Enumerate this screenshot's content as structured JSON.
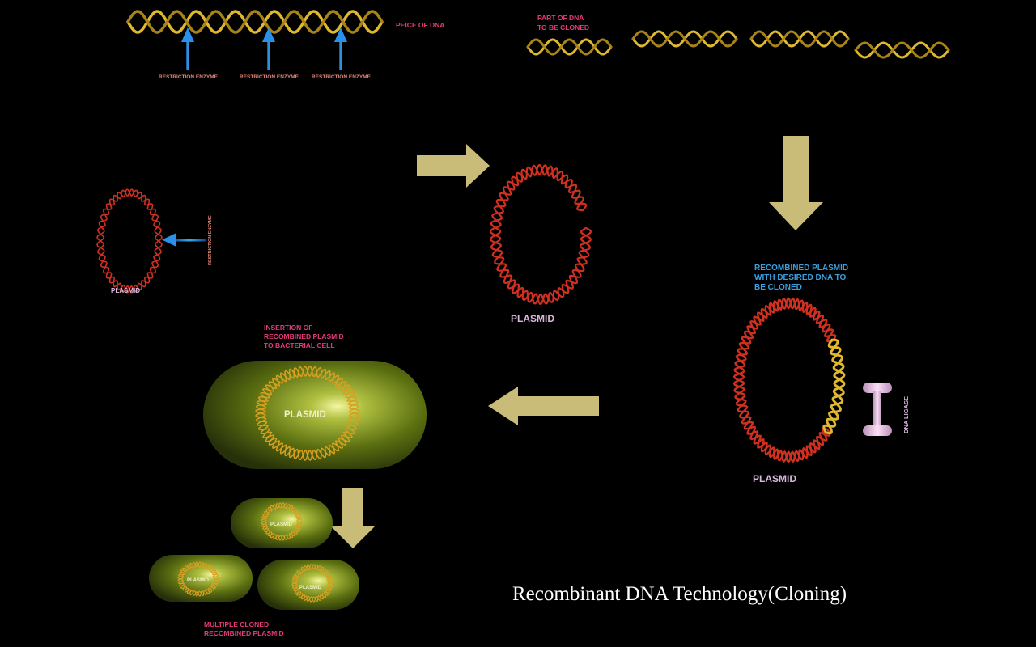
{
  "labels": {
    "piece_of_dna": "PEICE OF DNA",
    "part_of_dna_l1": "PART OF DNA",
    "part_of_dna_l2": "TO BE CLONED",
    "restriction_enzyme": "RESTRICTION ENZYME",
    "plasmid": "PLASMID",
    "recombined_l1": "RECOMBINED PLASMID",
    "recombined_l2": "WITH DESIRED DNA TO",
    "recombined_l3": "BE CLONED",
    "dna_ligase": "DNA LIGASE",
    "insertion_l1": "INSERTION OF",
    "insertion_l2": "RECOMBINED PLASMID",
    "insertion_l3": "TO BACTERIAL CELL",
    "multiple_l1": "MULTIPLE CLONED",
    "multiple_l2": "RECOMBINED PLASMID",
    "title": "Recombinant DNA Technology(Cloning)"
  },
  "colors": {
    "background": "#000000",
    "dna_gold": "#e0b830",
    "plasmid_red": "#d03020",
    "enzyme_blue": "#1e8fe0",
    "arrow_khaki": "#c9bb78",
    "cell_green": "#5a6e10",
    "label_pink": "#e23a7a",
    "label_blue": "#3aa0e0",
    "label_lavender": "#d8b8dc",
    "ligase_pink": "#e8b8e0"
  },
  "icons": [
    "dna-strand-icon",
    "plasmid-ring-icon",
    "restriction-enzyme-arrow-icon",
    "dna-ligase-icon",
    "bacterial-cell-icon",
    "process-arrow-icon"
  ]
}
